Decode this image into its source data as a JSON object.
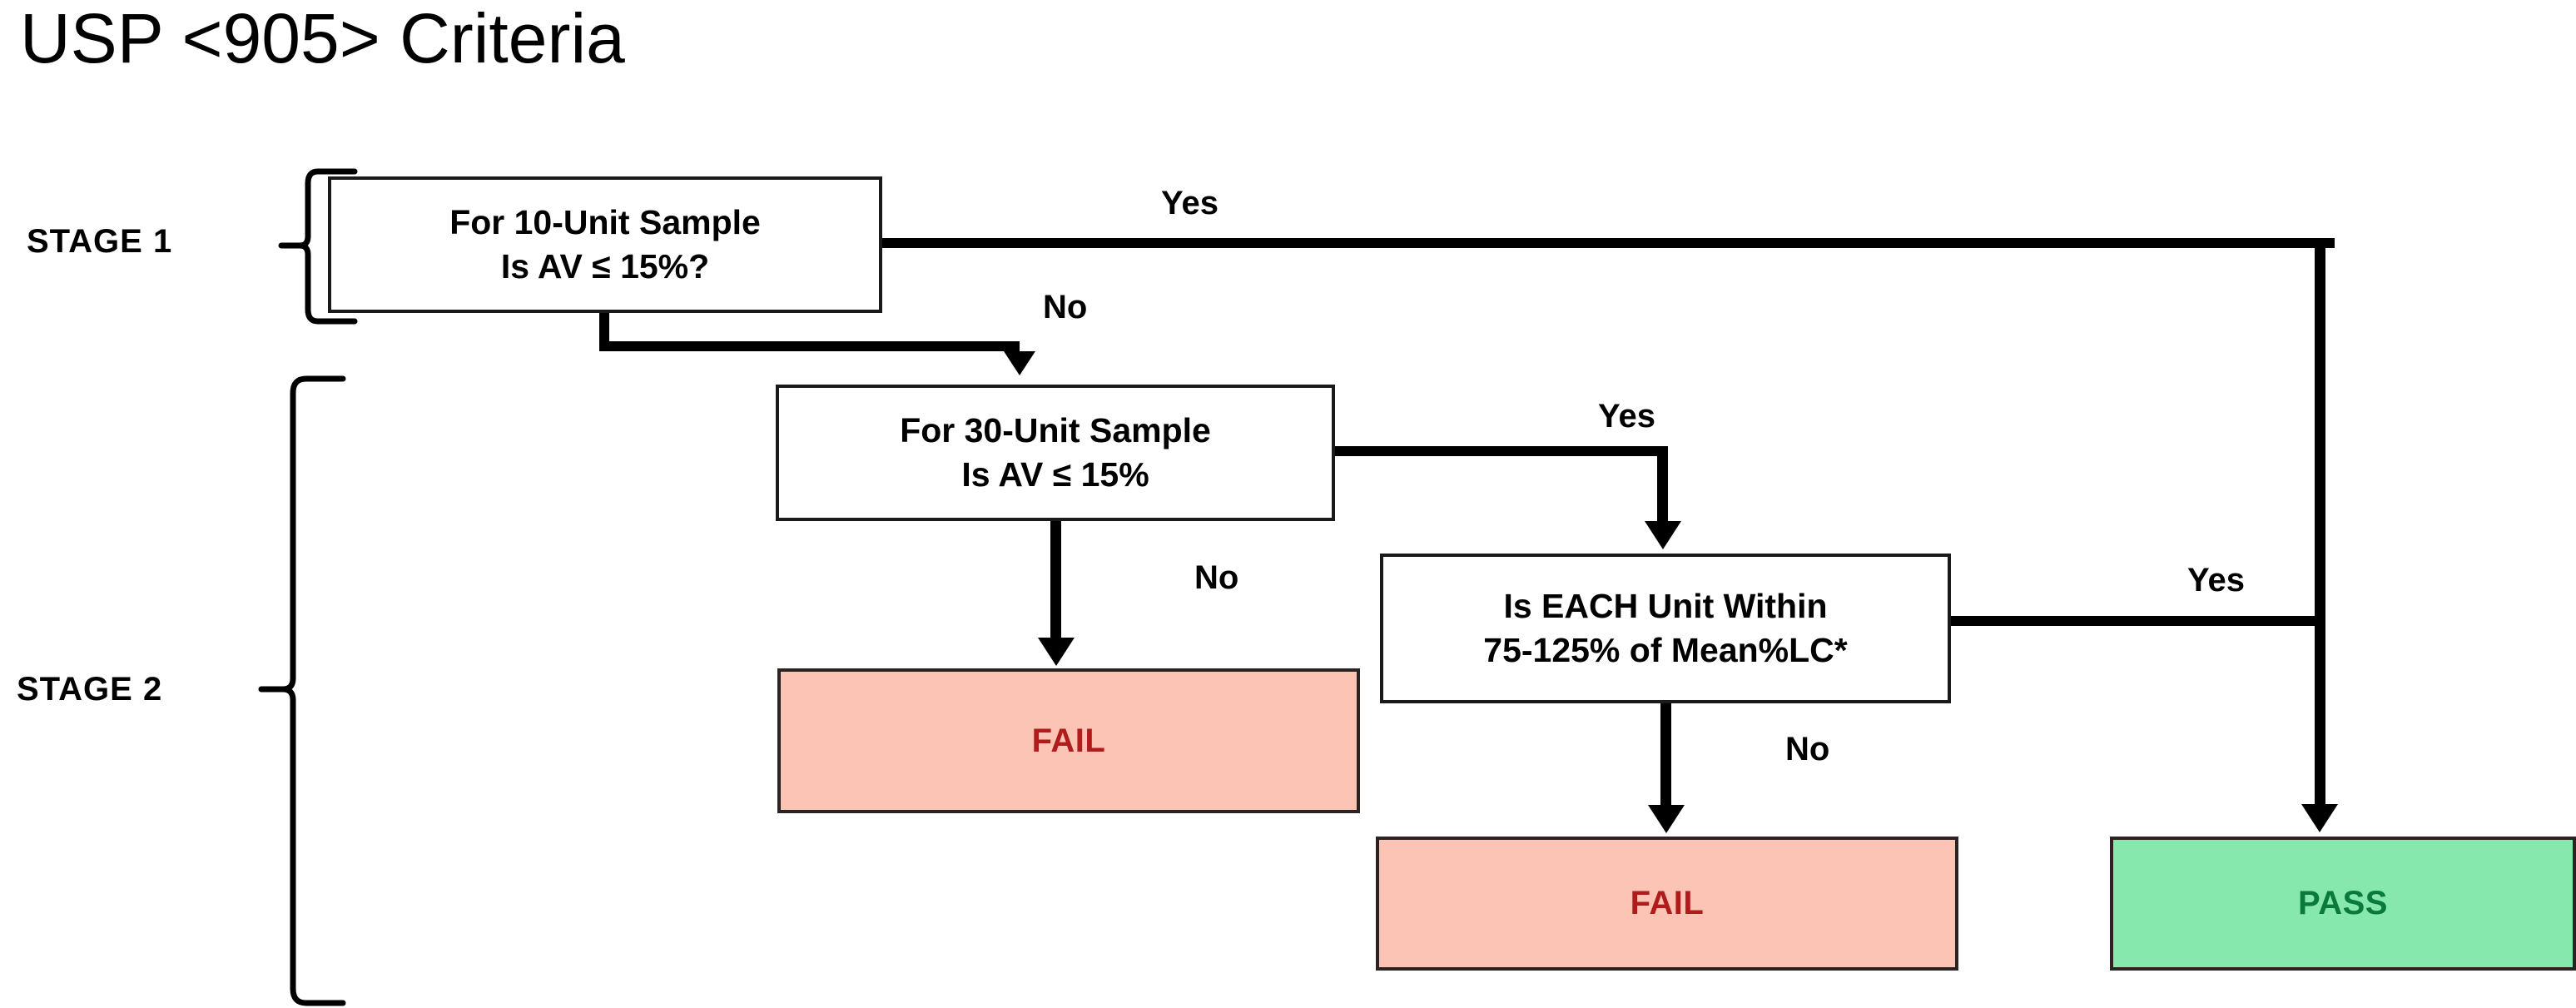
{
  "title": "USP <905> Criteria",
  "stages": [
    {
      "id": "stage-1",
      "label": "STAGE 1"
    },
    {
      "id": "stage-2",
      "label": "STAGE 2"
    }
  ],
  "nodes": {
    "stage1_decision": {
      "name": "for-10-unit-sample-decision",
      "line1": "For 10-Unit Sample",
      "line2": "Is AV ≤ 15%?"
    },
    "stage2_decision": {
      "name": "for-30-unit-sample-decision",
      "line1": "For 30-Unit Sample",
      "line2": "Is AV ≤ 15%"
    },
    "each_unit_decision": {
      "name": "each-unit-within-range-decision",
      "line1": "Is EACH Unit Within",
      "line2": "75-125% of Mean%LC*"
    },
    "fail_1": {
      "name": "fail-stage2-av",
      "label": "FAIL"
    },
    "fail_2": {
      "name": "fail-each-unit",
      "label": "FAIL"
    },
    "pass": {
      "name": "pass-result",
      "label": "PASS"
    }
  },
  "edges": [
    {
      "id": "e1",
      "from": "stage1_decision",
      "to": "pass",
      "label": "Yes"
    },
    {
      "id": "e2",
      "from": "stage1_decision",
      "to": "stage2_decision",
      "label": "No"
    },
    {
      "id": "e3",
      "from": "stage2_decision",
      "to": "each_unit_decision",
      "label": "Yes"
    },
    {
      "id": "e4",
      "from": "stage2_decision",
      "to": "fail_1",
      "label": "No"
    },
    {
      "id": "e5",
      "from": "each_unit_decision",
      "to": "pass",
      "label": "Yes"
    },
    {
      "id": "e6",
      "from": "each_unit_decision",
      "to": "fail_2",
      "label": "No"
    }
  ],
  "colors": {
    "fail_fill": "#fbc4b4",
    "fail_text": "#b01c1c",
    "pass_fill": "#86e8ac",
    "pass_text": "#0a7a3c",
    "line": "#000000",
    "box_border": "#1a1a1a",
    "background": "#ffffff"
  }
}
